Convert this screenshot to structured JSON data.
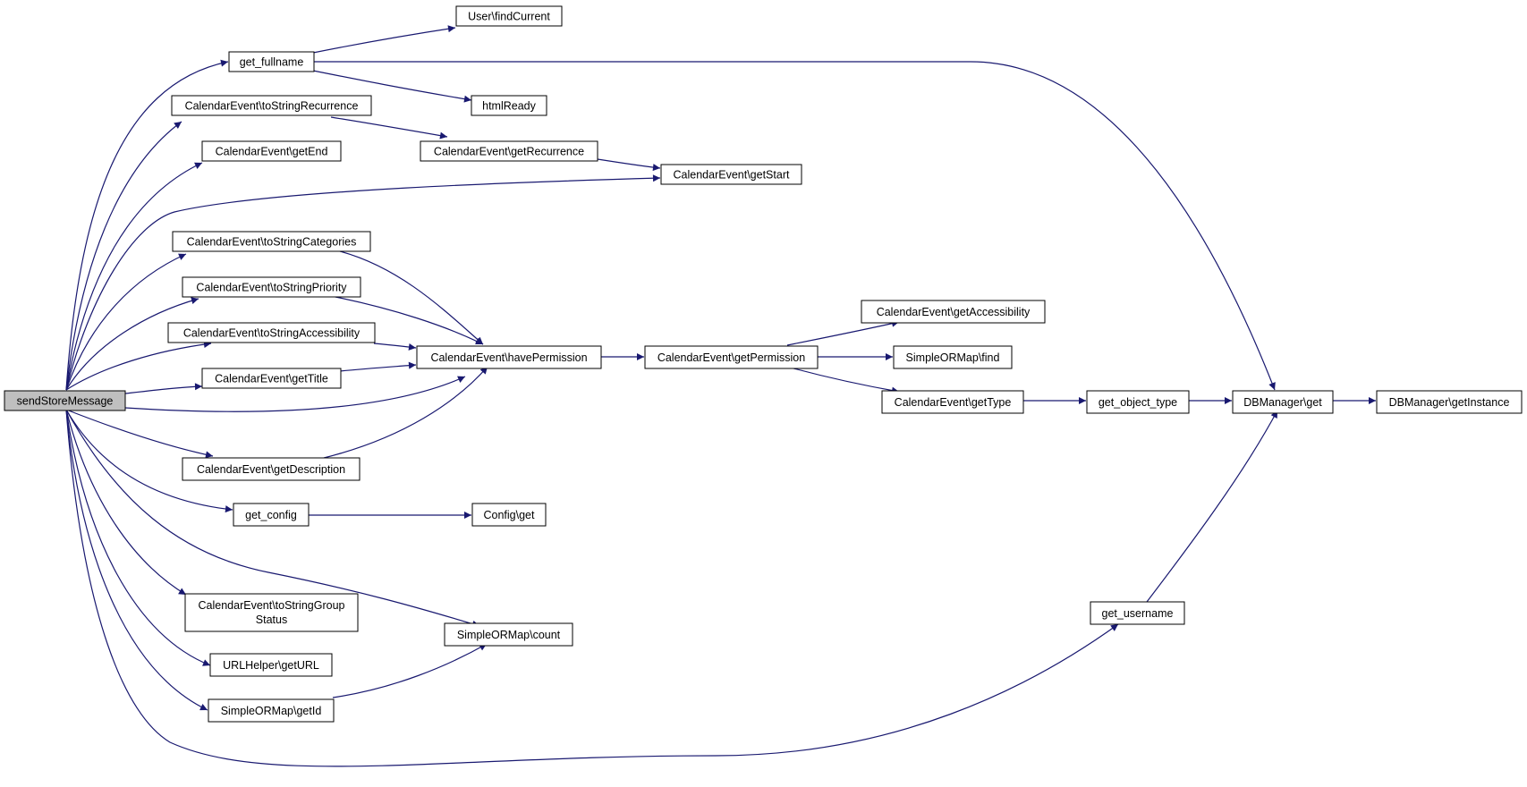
{
  "graph": {
    "nodes": {
      "sendStoreMessage": "sendStoreMessage",
      "get_fullname": "get_fullname",
      "user_findCurrent": "User\\findCurrent",
      "htmlReady": "htmlReady",
      "toStringRecurrence": "CalendarEvent\\toStringRecurrence",
      "getEnd": "CalendarEvent\\getEnd",
      "getRecurrence": "CalendarEvent\\getRecurrence",
      "getStart": "CalendarEvent\\getStart",
      "toStringCategories": "CalendarEvent\\toStringCategories",
      "toStringPriority": "CalendarEvent\\toStringPriority",
      "toStringAccessibility": "CalendarEvent\\toStringAccessibility",
      "getTitle": "CalendarEvent\\getTitle",
      "havePermission": "CalendarEvent\\havePermission",
      "getPermission": "CalendarEvent\\getPermission",
      "getAccessibility": "CalendarEvent\\getAccessibility",
      "simpleormap_find": "SimpleORMap\\find",
      "getType": "CalendarEvent\\getType",
      "get_object_type": "get_object_type",
      "dbmanager_get": "DBManager\\get",
      "dbmanager_getInstance": "DBManager\\getInstance",
      "getDescription": "CalendarEvent\\getDescription",
      "get_config": "get_config",
      "config_get": "Config\\get",
      "toStringGroupStatus_line1": "CalendarEvent\\toStringGroup",
      "toStringGroupStatus_line2": "Status",
      "simpleormap_count": "SimpleORMap\\count",
      "urlhelper_getURL": "URLHelper\\getURL",
      "simpleormap_getId": "SimpleORMap\\getId",
      "get_username": "get_username"
    },
    "edges": [
      [
        "sendStoreMessage",
        "get_fullname"
      ],
      [
        "sendStoreMessage",
        "toStringRecurrence"
      ],
      [
        "sendStoreMessage",
        "getEnd"
      ],
      [
        "sendStoreMessage",
        "getStart"
      ],
      [
        "sendStoreMessage",
        "toStringCategories"
      ],
      [
        "sendStoreMessage",
        "toStringPriority"
      ],
      [
        "sendStoreMessage",
        "toStringAccessibility"
      ],
      [
        "sendStoreMessage",
        "getTitle"
      ],
      [
        "sendStoreMessage",
        "havePermission"
      ],
      [
        "sendStoreMessage",
        "getDescription"
      ],
      [
        "sendStoreMessage",
        "get_config"
      ],
      [
        "sendStoreMessage",
        "simpleormap_count"
      ],
      [
        "sendStoreMessage",
        "toStringGroupStatus"
      ],
      [
        "sendStoreMessage",
        "urlhelper_getURL"
      ],
      [
        "sendStoreMessage",
        "simpleormap_getId"
      ],
      [
        "sendStoreMessage",
        "get_username"
      ],
      [
        "get_fullname",
        "user_findCurrent"
      ],
      [
        "get_fullname",
        "htmlReady"
      ],
      [
        "get_fullname",
        "dbmanager_get"
      ],
      [
        "toStringRecurrence",
        "getRecurrence"
      ],
      [
        "getRecurrence",
        "getStart"
      ],
      [
        "toStringCategories",
        "havePermission"
      ],
      [
        "toStringPriority",
        "havePermission"
      ],
      [
        "toStringAccessibility",
        "havePermission"
      ],
      [
        "getTitle",
        "havePermission"
      ],
      [
        "getDescription",
        "havePermission"
      ],
      [
        "havePermission",
        "getPermission"
      ],
      [
        "getPermission",
        "getAccessibility"
      ],
      [
        "getPermission",
        "simpleormap_find"
      ],
      [
        "getPermission",
        "getType"
      ],
      [
        "getType",
        "get_object_type"
      ],
      [
        "get_object_type",
        "dbmanager_get"
      ],
      [
        "dbmanager_get",
        "dbmanager_getInstance"
      ],
      [
        "get_config",
        "config_get"
      ],
      [
        "simpleormap_getId",
        "simpleormap_count"
      ],
      [
        "get_username",
        "dbmanager_get"
      ]
    ]
  }
}
